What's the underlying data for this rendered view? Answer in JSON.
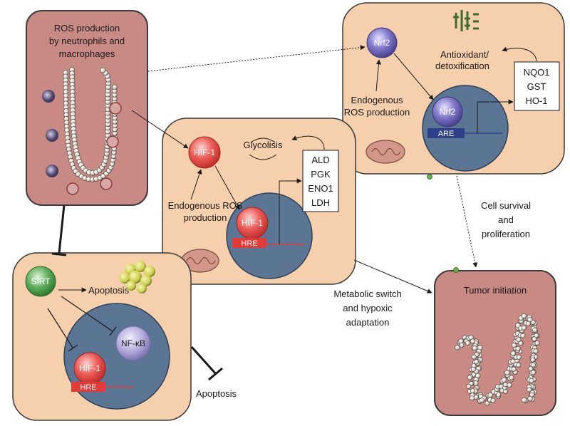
{
  "colors": {
    "cell_fill": "#f6cfad",
    "cell_stroke": "#3a3a3a",
    "red_panel_fill": "#c98a86",
    "nucleus_fill": "#5b7594",
    "hif_red": "#e8453f",
    "nrf2_purple": "#6b63b8",
    "sirt_green": "#4f9a4f",
    "nfkb_lilac": "#a89fd0",
    "hre_bar": "#e23a36",
    "are_bar": "#2f3f8a",
    "dot_green": "#6ab04c"
  },
  "ros_panel": {
    "title_line1": "ROS production",
    "title_line2": "by neutrophils and",
    "title_line3": "macrophages"
  },
  "nrf2_cell": {
    "nrf2_protein": "Nrf2",
    "nrf2_nuclear": "Nrf2",
    "are_label": "ARE",
    "antioxidant_line1": "Antioxidant/",
    "antioxidant_line2": "detoxification",
    "endogenous_line1": "Endogenous",
    "endogenous_line2": "ROS production",
    "genes": [
      "NQO1",
      "GST",
      "HO-1"
    ]
  },
  "hif_cell": {
    "hif_protein": "HIF-1",
    "hif_nuclear": "HIF-1",
    "hre_label": "HRE",
    "glycolysis": "Glycolisis",
    "endogenous_line1": "Endogenous ROS",
    "endogenous_line2": "production",
    "genes": [
      "ALD",
      "PGK",
      "ENO1",
      "LDH"
    ]
  },
  "sirt_cell": {
    "sirt": "SIRT",
    "apoptosis": "Apoptosis",
    "nfkb": "NF-κB",
    "hif_nuclear": "HIF-1",
    "hre_label": "HRE"
  },
  "outcomes": {
    "cell_survival_line1": "Cell survival",
    "cell_survival_line2": "and",
    "cell_survival_line3": "proliferation",
    "metabolic_line1": "Metabolic switch",
    "metabolic_line2": "and hypoxic",
    "metabolic_line3": "adaptation",
    "apoptosis_outside": "Apoptosis"
  },
  "tumor_panel": {
    "title": "Tumor initiation"
  }
}
